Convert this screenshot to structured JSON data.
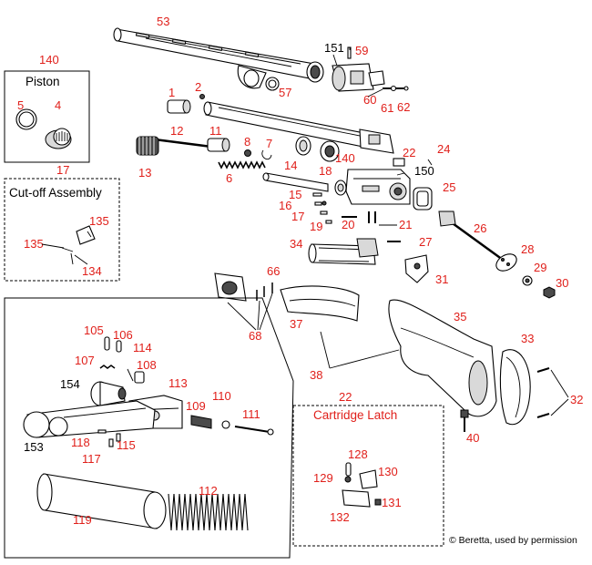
{
  "part_labels": {
    "p53": "53",
    "p151": "151",
    "p59": "59",
    "p57": "57",
    "p60": "60",
    "p61": "61",
    "p62": "62",
    "p140": "140",
    "p5": "5",
    "p4": "4",
    "p1": "1",
    "p2": "2",
    "p12": "12",
    "p11": "11",
    "p8": "8",
    "p7": "7",
    "p13": "13",
    "p6": "6",
    "p14": "14",
    "p140b": "140",
    "p18": "18",
    "p22": "22",
    "p24": "24",
    "p150": "150",
    "p25": "25",
    "p15": "15",
    "p16": "16",
    "p17": "17",
    "p19": "19",
    "p20": "20",
    "p21": "21",
    "p26": "26",
    "p17box": "17",
    "p135a": "135",
    "p135b": "135",
    "p134": "134",
    "p34": "34",
    "p27": "27",
    "p28": "28",
    "p29": "29",
    "p30": "30",
    "p31": "31",
    "p66": "66",
    "p68": "68",
    "p37": "37",
    "p35": "35",
    "p38": "38",
    "p33": "33",
    "p32": "32",
    "p40": "40",
    "p105": "105",
    "p106": "106",
    "p107": "107",
    "p114": "114",
    "p108": "108",
    "p154": "154",
    "p113": "113",
    "p110": "110",
    "p109": "109",
    "p111": "111",
    "p153": "153",
    "p118": "118",
    "p115": "115",
    "p117": "117",
    "p112": "112",
    "p119": "119",
    "p22box": "22",
    "p128": "128",
    "p129": "129",
    "p130": "130",
    "p131": "131",
    "p132": "132"
  },
  "box_titles": {
    "piston": "Piston",
    "cutoff": "Cut-off Assembly",
    "cartridge_latch": "Cartridge Latch"
  },
  "credit": "© Beretta, used by permission",
  "colors": {
    "callout_red": "#e0201b",
    "callout_black": "#000000",
    "line": "#000000"
  }
}
